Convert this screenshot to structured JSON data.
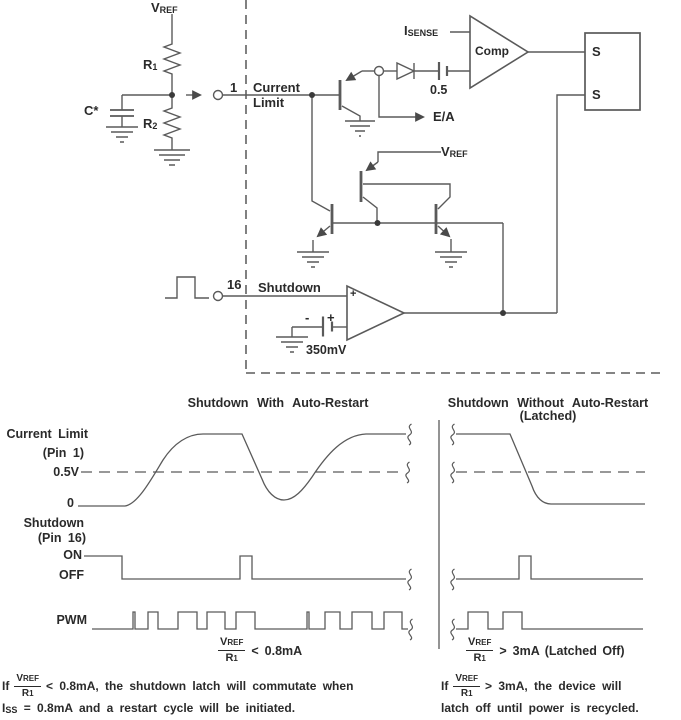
{
  "schematic": {
    "vref": {
      "main": "V",
      "sub": "REF"
    },
    "isense": {
      "main": "I",
      "sub": "SENSE"
    },
    "r1": {
      "main": "R",
      "sub": "1"
    },
    "r2": {
      "main": "R",
      "sub": "2"
    },
    "cap_label": "C*",
    "pin1": {
      "number": "1",
      "name_line1": "Current",
      "name_line2": "Limit"
    },
    "pin16": {
      "number": "16",
      "name": "Shutdown"
    },
    "comparator_label": "Comp",
    "offset_value": "0.5",
    "ea_label": "E/A",
    "shutdown_comp_plus": "+",
    "battery": {
      "minus": "-",
      "plus": "+",
      "value": "350mV"
    },
    "latch": {
      "s_top": "S",
      "s_bottom": "S"
    }
  },
  "waveforms": {
    "left_title": "Shutdown With Auto-Restart",
    "right_title": "Shutdown Without Auto-Restart",
    "right_subtitle": "(Latched)",
    "rows": {
      "current_limit": "Current Limit",
      "pin1": "(Pin 1)",
      "threshold": "0.5V",
      "zero": "0",
      "shutdown": "Shutdown",
      "pin16": "(Pin 16)",
      "on": "ON",
      "off": "OFF",
      "pwm": "PWM"
    },
    "left_condition": {
      "op": "<",
      "value": "0.8mA"
    },
    "right_condition": {
      "op": ">",
      "value": "3mA  (Latched Off)"
    }
  },
  "notes": {
    "left": {
      "prefix": "If",
      "line1": "< 0.8mA, the shutdown latch will commutate when",
      "iss_main": "I",
      "iss_sub": "SS",
      "line2": "= 0.8mA and a restart cycle will be initiated."
    },
    "right": {
      "prefix": "If",
      "line1": "> 3mA, the device will",
      "line2": "latch off until power is recycled."
    }
  }
}
